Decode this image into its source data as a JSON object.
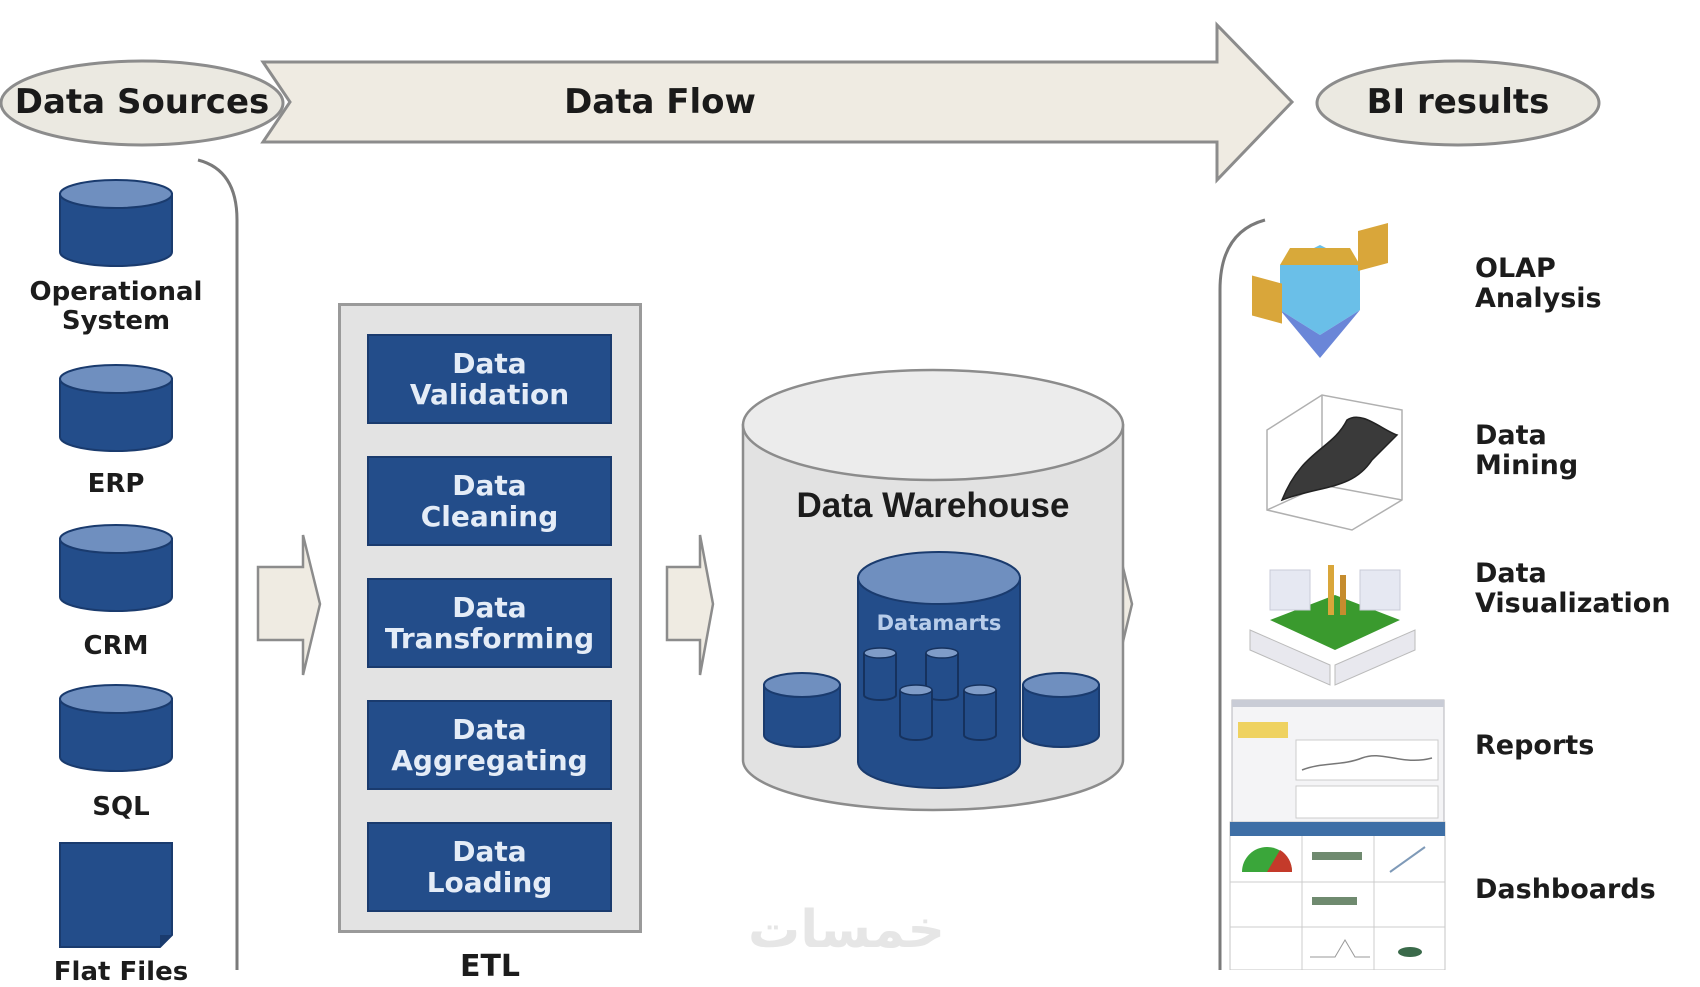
{
  "header": {
    "data_sources": "Data Sources",
    "data_flow": "Data Flow",
    "bi_results": "BI results"
  },
  "sources": [
    {
      "label_line1": "Operational",
      "label_line2": "System",
      "icon": "database-cylinder-icon"
    },
    {
      "label_line1": "ERP",
      "label_line2": "",
      "icon": "database-cylinder-icon"
    },
    {
      "label_line1": "CRM",
      "label_line2": "",
      "icon": "database-cylinder-icon"
    },
    {
      "label_line1": "SQL",
      "label_line2": "",
      "icon": "database-cylinder-icon"
    },
    {
      "label_line1": "Flat Files",
      "label_line2": "",
      "icon": "file-icon"
    }
  ],
  "etl": {
    "title": "ETL",
    "steps": [
      {
        "line1": "Data",
        "line2": "Validation"
      },
      {
        "line1": "Data",
        "line2": "Cleaning"
      },
      {
        "line1": "Data",
        "line2": "Transforming"
      },
      {
        "line1": "Data",
        "line2": "Aggregating"
      },
      {
        "line1": "Data",
        "line2": "Loading"
      }
    ]
  },
  "warehouse": {
    "title": "Data Warehouse",
    "datamarts_label": "Datamarts"
  },
  "bi": [
    {
      "line1": "OLAP",
      "line2": "Analysis",
      "icon": "olap-cube-icon"
    },
    {
      "line1": "Data",
      "line2": "Mining",
      "icon": "surface-plot-icon"
    },
    {
      "line1": "Data",
      "line2": "Visualization",
      "icon": "3d-chart-icon"
    },
    {
      "line1": "Reports",
      "line2": "",
      "icon": "report-window-icon"
    },
    {
      "line1": "Dashboards",
      "line2": "",
      "icon": "dashboard-grid-icon"
    }
  ],
  "colors": {
    "db_blue": "#234d8a",
    "db_top": "#6f8fbf",
    "arrow_fill": "#efebe2",
    "ellipse_fill": "#ebe9e1",
    "warehouse_fill": "#e2e2e2"
  },
  "watermark": "خمسات"
}
